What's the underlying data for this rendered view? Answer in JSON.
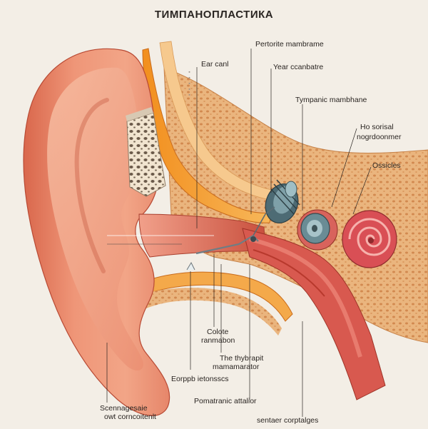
{
  "title": "ТИМПАНОПЛАСТИКА",
  "labels": {
    "ear_canal": "Ear canl",
    "perforite": "Pertorite mambrame",
    "year_ccanbatre": "Year ccanbatre",
    "tympanic": "Tympanic mambhane",
    "ho_sorisal_1": "Ho sorisal",
    "ho_sorisal_2": "nogrdoonmer",
    "ossicles": "Ossicles",
    "colote_1": "Colote",
    "colote_2": "ranmabon",
    "hybrapit_1": "The thybrapit",
    "hybrapit_2": "mamamarator",
    "eorppb": "Eorppb ietonsscs",
    "pomatranic": "Pomatranic attalior",
    "scennagesaie_1": "Scennagesaie",
    "scennagesaie_2": "owt corncoitenlt",
    "sentaer": "sentaer corptalges"
  },
  "colors": {
    "skin": "#e98a6c",
    "skin_dark": "#c8553e",
    "skin_light": "#f6b398",
    "bone": "#e9b47a",
    "bone_dot": "#c97b3f",
    "cartilage": "#f5a23a",
    "ossicle": "#5d7d86",
    "cochlea": "#d95a58",
    "background": "#f3eee6"
  }
}
